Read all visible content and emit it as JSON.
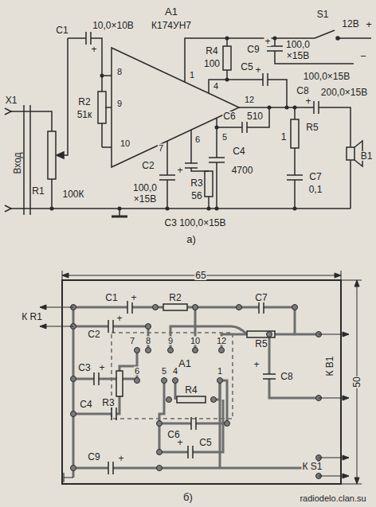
{
  "diagram": {
    "labels": [
      "A1",
      "К174УН7",
      "S1",
      "12В",
      "+",
      "−",
      "R4",
      "100",
      "C9",
      "+",
      "100,0",
      "×15В",
      "C1",
      "+",
      "10,0×10В",
      "8",
      "1",
      "4",
      "C5",
      "+",
      "100,0×15В",
      "12",
      "C8",
      "+",
      "200,0×15В",
      "X1",
      "Вход",
      "R2",
      "51к",
      "9",
      "10",
      "6",
      "C6",
      "510",
      "7",
      "5",
      "R5",
      "1",
      "B1",
      "R1",
      "100К",
      "C2",
      "+",
      "100,0",
      "×15В",
      "R3",
      "56",
      "C4",
      "4700",
      "C7",
      "0,1",
      "C3 100,0×15В",
      "а)",
      "65",
      "50",
      "C1",
      "+",
      "R2",
      "C7",
      "К R1",
      "C2",
      "+",
      "R5",
      "7",
      "8",
      "9",
      "10",
      "12",
      "C3",
      "+",
      "6",
      "A1",
      "5",
      "4",
      "1",
      "R3",
      "R4",
      "К В1",
      "+",
      "C8",
      "C4",
      "C6",
      "+",
      "C5",
      "C9",
      "+",
      "К S1",
      "б)",
      "radiodelo.clan.su"
    ]
  }
}
